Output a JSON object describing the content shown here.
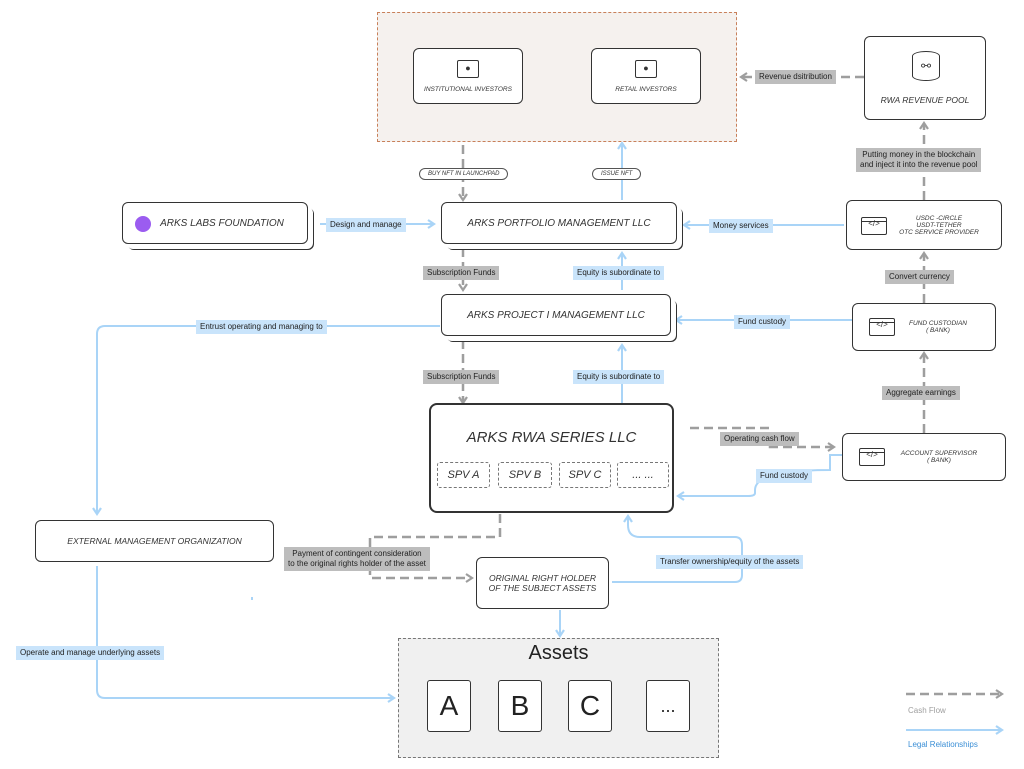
{
  "nodes": {
    "institutional_investors": "INSTITUTIONAL INVESTORS",
    "retail_investors": "RETAIL INVESTORS",
    "rwa_revenue_pool": "RWA REVENUE POOL",
    "arks_labs_foundation": "ARKS  LABS FOUNDATION",
    "portfolio_mgmt": "ARKS  PORTFOLIO MANAGEMENT LLC",
    "usdc_provider": [
      "USDC -CIRCLE",
      "USDT-TETHER",
      "OTC SERVICE PROVIDER"
    ],
    "project_mgmt": "ARKS  PROJECT I MANAGEMENT LLC",
    "fund_custodian": [
      "FUND CUSTODIAN",
      "( BANK)"
    ],
    "rwa_series": "ARKS RWA SERIES LLC",
    "spvs": [
      "SPV A",
      "SPV B",
      "SPV C",
      "... ..."
    ],
    "account_supervisor": [
      "ACCOUNT SUPERVISOR",
      "( BANK)"
    ],
    "external_mgmt": "EXTERNAL MANAGEMENT ORGANIZATION",
    "original_right_holder": [
      "ORIGINAL RIGHT HOLDER",
      "OF THE SUBJECT ASSETS"
    ],
    "assets_title": "Assets",
    "assets": [
      "A",
      "B",
      "C",
      "..."
    ]
  },
  "pills": {
    "buy_nft": "BUY NFT IN LAUNCHPAD",
    "issue_nft": "ISSUE NFT"
  },
  "edge_labels": {
    "revenue_distribution": "Revenue dsitribution",
    "putting_money": [
      "Putting money in the blockchain",
      "and inject it into the revenue pool"
    ],
    "design_and_manage": "Design and manage",
    "money_services": "Money services",
    "subscription_funds_1": "Subscription Funds",
    "equity_subordinate_1": "Equity is subordinate to",
    "convert_currency": "Convert currency",
    "entrust": "Entrust operating and managing to",
    "fund_custody_1": "Fund custody",
    "subscription_funds_2": "Subscription Funds",
    "equity_subordinate_2": "Equity is subordinate to",
    "aggregate_earnings": "Aggregate earnings",
    "operating_cash_flow": "Operating cash flow",
    "fund_custody_2": "Fund custody",
    "payment_contingent": [
      "Payment of contingent consideration",
      "to the original rights holder of the asset"
    ],
    "transfer_ownership": "Transfer ownership/equity of the assets",
    "operate_manage": "Operate and manage underlying assets"
  },
  "legend": {
    "cash_flow": "Cash Flow",
    "legal": "Legal Relationships"
  },
  "colors": {
    "cash_flow": "#9e9e9e",
    "legal": "#a9d4f7",
    "investor_bg": "#f5f1ee",
    "investor_border": "#c8805a",
    "label_grey": "#bdbdbd",
    "label_blue": "#c9e4fb",
    "foundation_dot": "#9b5cf0"
  }
}
